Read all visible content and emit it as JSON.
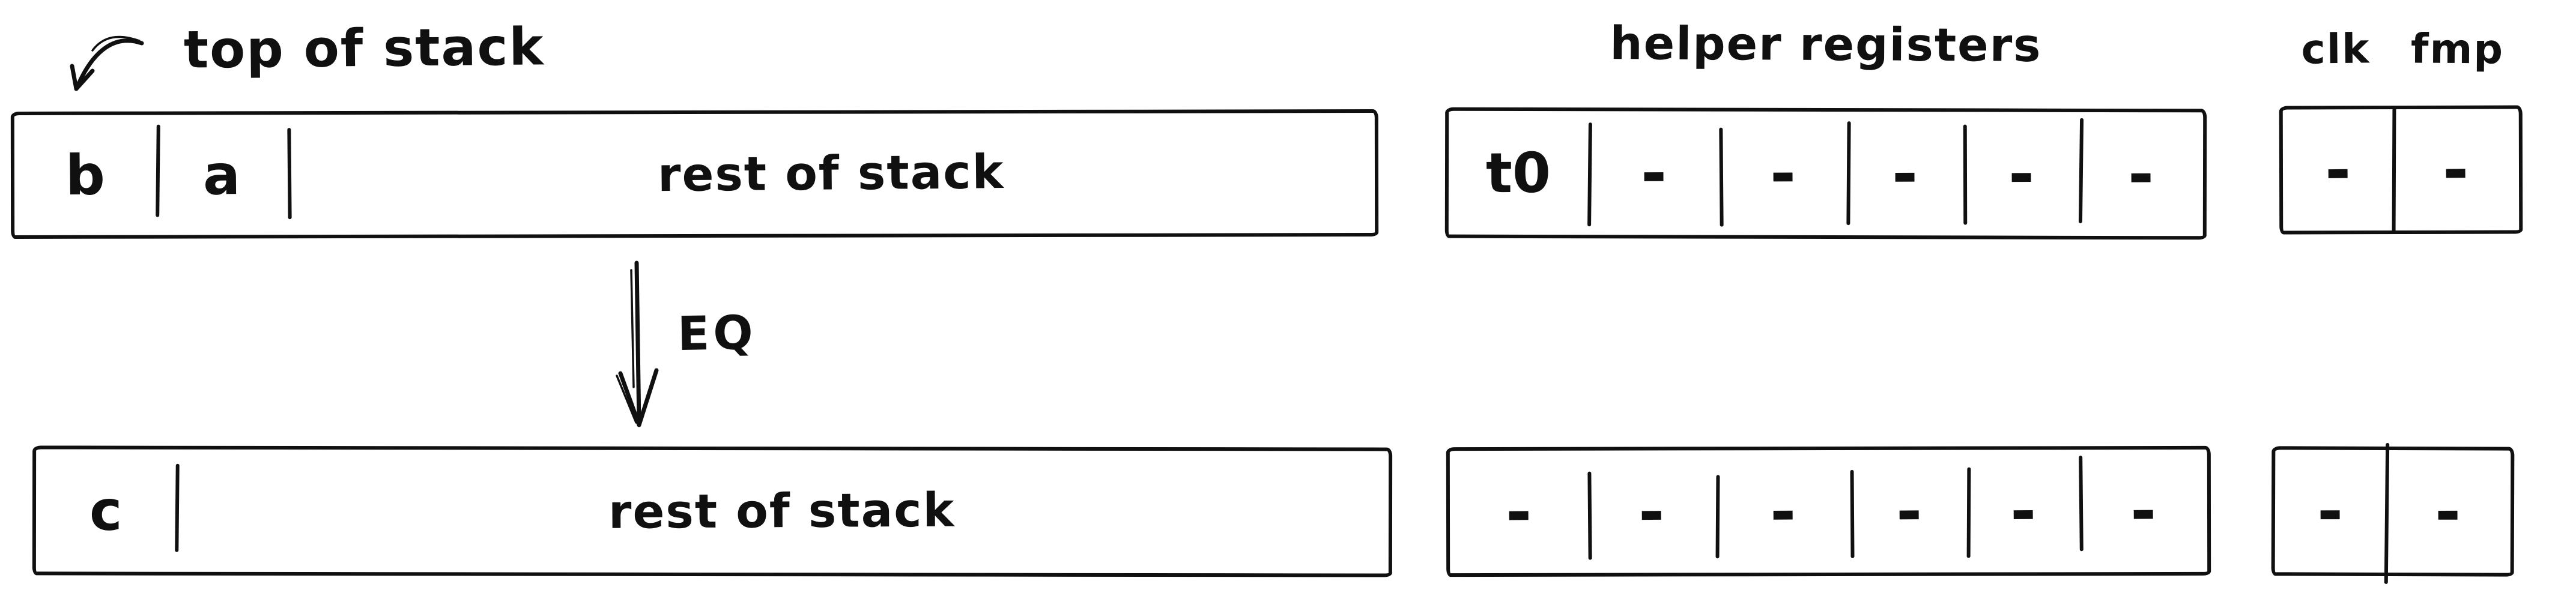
{
  "title": "EQ stack operation diagram",
  "colors": {
    "ink": "#101010",
    "background": "#ffffff"
  },
  "annotations": {
    "top_of_stack": "top of stack",
    "helper_registers": "helper registers",
    "clk": "clk",
    "fmp": "fmp",
    "operation": "EQ"
  },
  "before": {
    "stack": [
      "b",
      "a",
      "rest of stack"
    ],
    "helpers": [
      "t0",
      "-",
      "-",
      "-",
      "-",
      "-"
    ],
    "clk": "-",
    "fmp": "-"
  },
  "after": {
    "stack": [
      "c",
      "rest of stack"
    ],
    "helpers": [
      "-",
      "-",
      "-",
      "-",
      "-",
      "-"
    ],
    "clk": "-",
    "fmp": "-"
  }
}
